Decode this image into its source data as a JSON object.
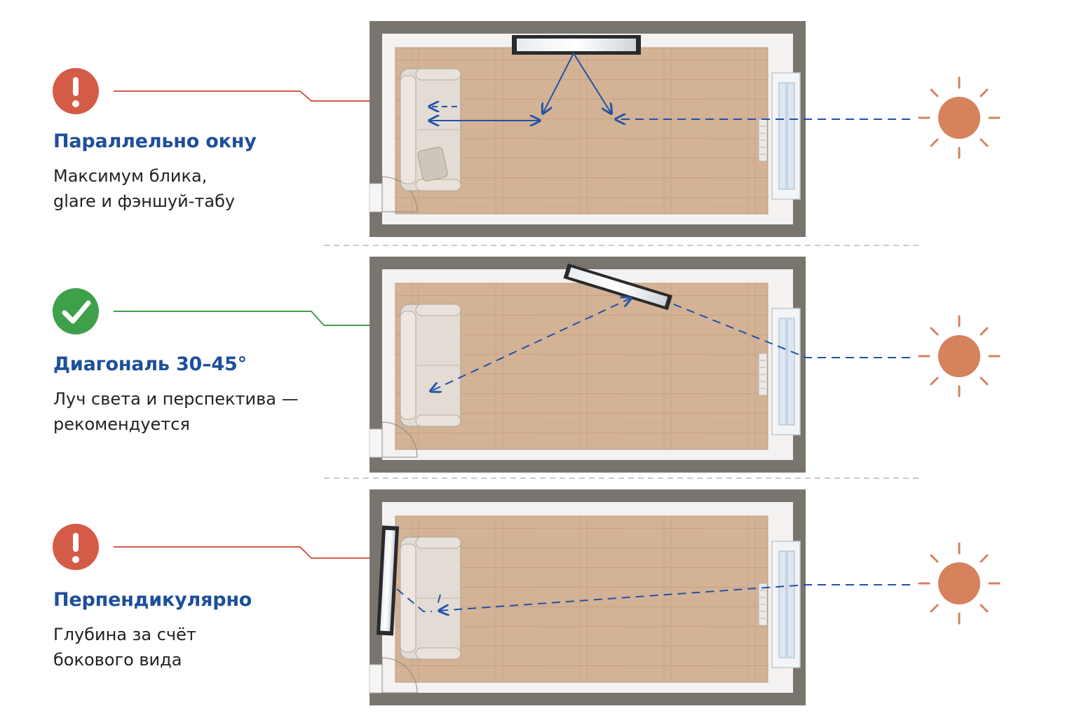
{
  "colors": {
    "bad": "#d45c47",
    "good": "#3ea04a",
    "title": "#1e4f9c",
    "ray": "#2252a8",
    "sun": "#d5825d",
    "wall": "#7a746f",
    "floor": "#d3b295"
  },
  "icons": {
    "bad": "exclamation-icon",
    "good": "checkmark-icon",
    "sun": "sun-icon"
  },
  "rows": [
    {
      "status": "bad",
      "title": "Параллельно окну",
      "description": "Максимум блика,\nglare и фэншуй-табу"
    },
    {
      "status": "good",
      "title": "Диагональ 30–45°",
      "description": "Луч света и перспектива —\nрекомендуется"
    },
    {
      "status": "bad",
      "title": "Перпендикулярно",
      "description": "Глубина за счёт\nбокового вида"
    }
  ]
}
